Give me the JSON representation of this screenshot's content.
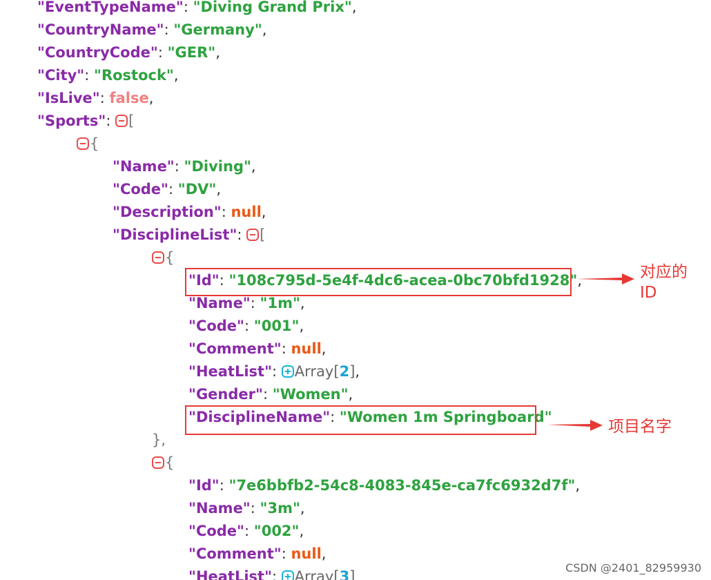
{
  "json_viewer": {
    "event_type_name": {
      "key": "\"EventTypeName\"",
      "value": "\"Diving Grand Prix\""
    },
    "country_name": {
      "key": "\"CountryName\"",
      "value": "\"Germany\""
    },
    "country_code": {
      "key": "\"CountryCode\"",
      "value": "\"GER\""
    },
    "city": {
      "key": "\"City\"",
      "value": "\"Rostock\""
    },
    "is_live": {
      "key": "\"IsLive\"",
      "value": "false"
    },
    "sports": {
      "key": "\"Sports\"",
      "open": "["
    },
    "sport_object": {
      "open": "{"
    },
    "sport_name": {
      "key": "\"Name\"",
      "value": "\"Diving\""
    },
    "sport_code": {
      "key": "\"Code\"",
      "value": "\"DV\""
    },
    "sport_description": {
      "key": "\"Description\"",
      "value": "null"
    },
    "discipline_list": {
      "key": "\"DisciplineList\"",
      "open": "["
    },
    "discipline_1": {
      "open": "{",
      "id": {
        "key": "\"Id\"",
        "value": "\"108c795d-5e4f-4dc6-acea-0bc70bfd1928\""
      },
      "name": {
        "key": "\"Name\"",
        "value": "\"1m\""
      },
      "code": {
        "key": "\"Code\"",
        "value": "\"001\""
      },
      "comment": {
        "key": "\"Comment\"",
        "value": "null"
      },
      "heat_list": {
        "key": "\"HeatList\"",
        "label": "Array[",
        "count": "2",
        "close": "]"
      },
      "gender": {
        "key": "\"Gender\"",
        "value": "\"Women\""
      },
      "discipline_name": {
        "key": "\"DisciplineName\"",
        "value": "\"Women 1m Springboard\""
      },
      "close": "},"
    },
    "discipline_2": {
      "open": "{",
      "id": {
        "key": "\"Id\"",
        "value": "\"7e6bbfb2-54c8-4083-845e-ca7fc6932d7f\""
      },
      "name": {
        "key": "\"Name\"",
        "value": "\"3m\""
      },
      "code": {
        "key": "\"Code\"",
        "value": "\"002\""
      },
      "comment": {
        "key": "\"Comment\"",
        "value": "null"
      },
      "heat_list": {
        "key": "\"HeatList\"",
        "label": "Array[",
        "count": "3",
        "close": "]"
      }
    }
  },
  "annotations": {
    "id_note_line1": "对应的",
    "id_note_line2": "ID",
    "name_note": "项目名字",
    "color": "#e53935"
  },
  "watermark": "CSDN @2401_82959930",
  "icons": {
    "collapse": "minus-square-icon",
    "expand": "plus-square-icon",
    "arrow": "arrow-right-icon"
  }
}
